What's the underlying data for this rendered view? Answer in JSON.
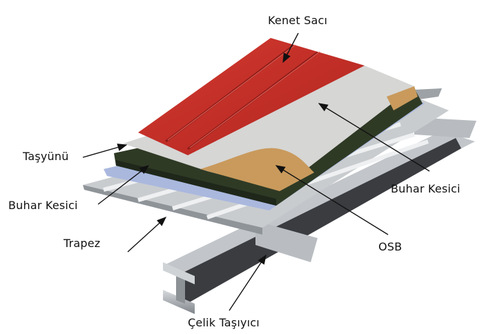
{
  "labels": {
    "roof_sheet": "Kenet Sacı",
    "rockwool": "Taşyünü",
    "vapor_barrier_left": "Buhar Kesici",
    "trapezoid_sheet": "Trapez",
    "vapor_barrier_right": "Buhar Kesici",
    "osb": "OSB",
    "steel_beam": "Çelik Taşıyıcı"
  },
  "colors": {
    "roof_red": "#c8302a",
    "vapor_grey": "#d6d6d4",
    "osb_tan": "#c99a5c",
    "rockwool_green": "#2f3a25",
    "vapor_blue": "#aab8de",
    "trapez_grey": "#c9cccf",
    "steel_grey": "#a9adb2"
  }
}
